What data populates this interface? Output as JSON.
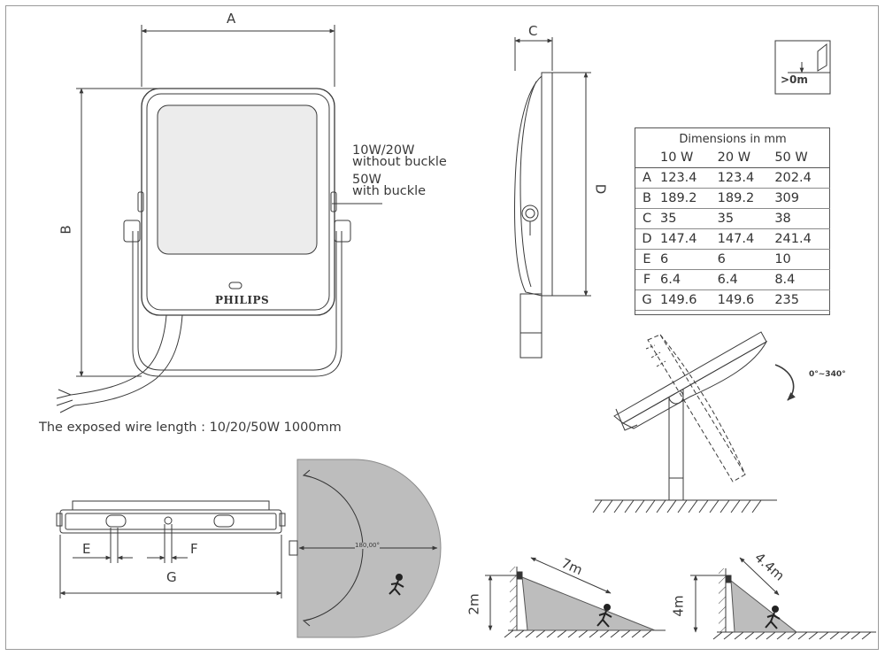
{
  "front_view": {
    "dim_a": "A",
    "dim_b": "B",
    "brand": "PHILIPS",
    "note_1_line1": "10W/20W",
    "note_1_line2": "without buckle",
    "note_2_line1": "50W",
    "note_2_line2": "with buckle",
    "wire_note": "The exposed wire length :  10/20/50W    1000mm"
  },
  "side_view": {
    "dim_c": "C",
    "dim_d": "D"
  },
  "mount_icon": {
    "label": ">0m"
  },
  "dimensions_table": {
    "caption": "Dimensions in mm",
    "columns": [
      "",
      "10 W",
      "20 W",
      "50 W"
    ],
    "rows": [
      {
        "label": "A",
        "values": [
          "123.4",
          "123.4",
          "202.4"
        ]
      },
      {
        "label": "B",
        "values": [
          "189.2",
          "189.2",
          "309"
        ]
      },
      {
        "label": "C",
        "values": [
          "35",
          "35",
          "38"
        ]
      },
      {
        "label": "D",
        "values": [
          "147.4",
          "147.4",
          "241.4"
        ]
      },
      {
        "label": "E",
        "values": [
          "6",
          "6",
          "10"
        ]
      },
      {
        "label": "F",
        "values": [
          "6.4",
          "6.4",
          "8.4"
        ]
      },
      {
        "label": "G",
        "values": [
          "149.6",
          "149.6",
          "235"
        ]
      }
    ]
  },
  "rotation": {
    "label": "0°~340°"
  },
  "bottom_view": {
    "dim_e": "E",
    "dim_f": "F",
    "dim_g": "G"
  },
  "detection": {
    "angle_label": "180,00°"
  },
  "mount_2m": {
    "height": "2m",
    "range": "7m"
  },
  "mount_4m": {
    "height": "4m",
    "range": "4.4m"
  },
  "colors": {
    "line": "#3a3a3a",
    "detection_fill": "#bdbdbd",
    "panel_fill": "#ffffff"
  }
}
